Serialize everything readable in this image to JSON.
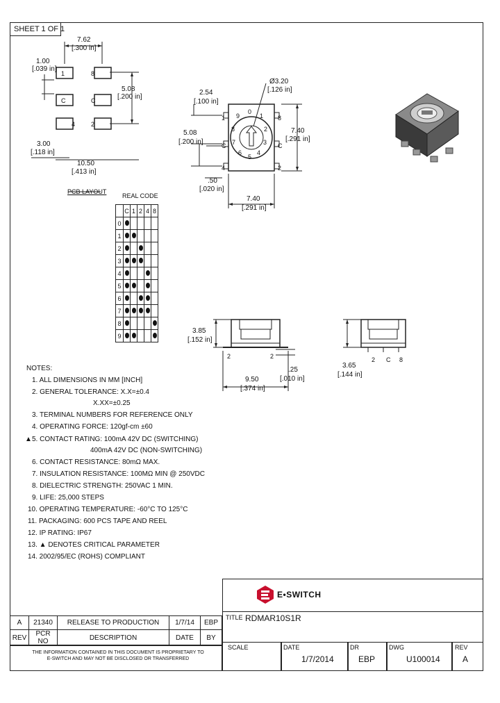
{
  "sheet": "SHEET 1 OF 1",
  "pcb": {
    "dim_762": "7.62",
    "dim_762_in": "[.300 in]",
    "dim_100": "1.00",
    "dim_100_in": "[.039 in]",
    "dim_508": "5.08",
    "dim_508_in": "[.200 in]",
    "dim_300": "3.00",
    "dim_300_in": "[.118 in]",
    "dim_1050": "10.50",
    "dim_1050_in": "[.413 in]",
    "pads": [
      "1",
      "8",
      "C",
      "C",
      "4",
      "2"
    ],
    "title": "PCB LAYOUT"
  },
  "top_view": {
    "dim_254": "2.54",
    "dim_254_in": "[.100 in]",
    "dim_508": "5.08",
    "dim_508_in": "[.200 in]",
    "dim_050": ".50",
    "dim_050_in": "[.020 in]",
    "dim_740_v": "7.40",
    "dim_740_v_in": "[.291 in]",
    "dim_740_h": "7.40",
    "dim_740_h_in": "[.291 in]",
    "dim_320": "Ø3.20",
    "dim_320_in": "[.126 in]",
    "pins_left": [
      "1",
      "C",
      "4"
    ],
    "pins_right": [
      "8",
      "C",
      "2"
    ],
    "dial": [
      "0",
      "1",
      "2",
      "3",
      "4",
      "5",
      "6",
      "7",
      "8",
      "9"
    ]
  },
  "real_code": {
    "title": "REAL CODE",
    "headers": [
      "C",
      "1",
      "2",
      "4",
      "8"
    ],
    "rows": [
      {
        "label": "0",
        "dots": [
          1,
          0,
          0,
          0,
          0
        ]
      },
      {
        "label": "1",
        "dots": [
          1,
          1,
          0,
          0,
          0
        ]
      },
      {
        "label": "2",
        "dots": [
          1,
          0,
          1,
          0,
          0
        ]
      },
      {
        "label": "3",
        "dots": [
          1,
          1,
          1,
          0,
          0
        ]
      },
      {
        "label": "4",
        "dots": [
          1,
          0,
          0,
          1,
          0
        ]
      },
      {
        "label": "5",
        "dots": [
          1,
          1,
          0,
          1,
          0
        ]
      },
      {
        "label": "6",
        "dots": [
          1,
          0,
          1,
          1,
          0
        ]
      },
      {
        "label": "7",
        "dots": [
          1,
          1,
          1,
          1,
          0
        ]
      },
      {
        "label": "8",
        "dots": [
          1,
          0,
          0,
          0,
          1
        ]
      },
      {
        "label": "9",
        "dots": [
          1,
          1,
          0,
          0,
          1
        ]
      }
    ]
  },
  "side_view": {
    "dim_385": "3.85",
    "dim_385_in": "[.152 in]",
    "dim_950": "9.50",
    "dim_950_in": "[.374 in]",
    "dim_025": ".25",
    "dim_025_in": "[.010 in]",
    "pins": [
      "2",
      "2"
    ]
  },
  "end_view": {
    "dim_365": "3.65",
    "dim_365_in": "[.144 in]",
    "pins": [
      "2",
      "C",
      "8"
    ]
  },
  "notes": {
    "heading": "NOTES:",
    "items": [
      "1. ALL DIMENSIONS IN MM [INCH]",
      "2. GENERAL TOLERANCE: X.X=±0.4",
      "X.XX=±0.25",
      "3. TERMINAL NUMBERS FOR REFERENCE ONLY",
      "4. OPERATING FORCE: 120gf-cm ±60",
      "5. CONTACT RATING: 100mA 42V DC (SWITCHING)",
      "400mA 42V DC (NON-SWITCHING)",
      "6. CONTACT RESISTANCE: 80mΩ MAX.",
      "7. INSULATION RESISTANCE: 100MΩ MIN @ 250VDC",
      "8. DIELECTRIC STRENGTH: 250VAC 1 MIN.",
      "9. LIFE: 25,000 STEPS",
      "10. OPERATING TEMPERATURE: -60°C TO 125°C",
      "11. PACKAGING: 600 PCS TAPE AND REEL",
      "12. IP RATING: IP67",
      "13. ▲ DENOTES CRITICAL PARAMETER",
      "14. 2002/95/EC (ROHS) COMPLIANT"
    ]
  },
  "brand": "E•SWITCH",
  "revision_table": {
    "row": [
      "A",
      "21340",
      "RELEASE TO PRODUCTION",
      "1/7/14",
      "EBP"
    ],
    "headers": [
      "REV",
      "PCR NO",
      "DESCRIPTION",
      "DATE",
      "BY"
    ]
  },
  "proprietary": "THE INFORMATION CONTAINED IN THIS DOCUMENT IS PROPRIETARY TO E-SWITCH AND MAY NOT BE DISCLOSED OR TRANSFERRED",
  "title_block": {
    "title_label": "TITLE",
    "title": "RDMAR10S1R",
    "scale_label": "SCALE",
    "date_label": "DATE",
    "date": "1/7/2014",
    "dr_label": "DR",
    "dr": "EBP",
    "dwg_label": "DWG",
    "dwg": "U100014",
    "rev_label": "REV",
    "rev": "A"
  },
  "colors": {
    "brand_red": "#c8102e",
    "line": "#222222"
  }
}
